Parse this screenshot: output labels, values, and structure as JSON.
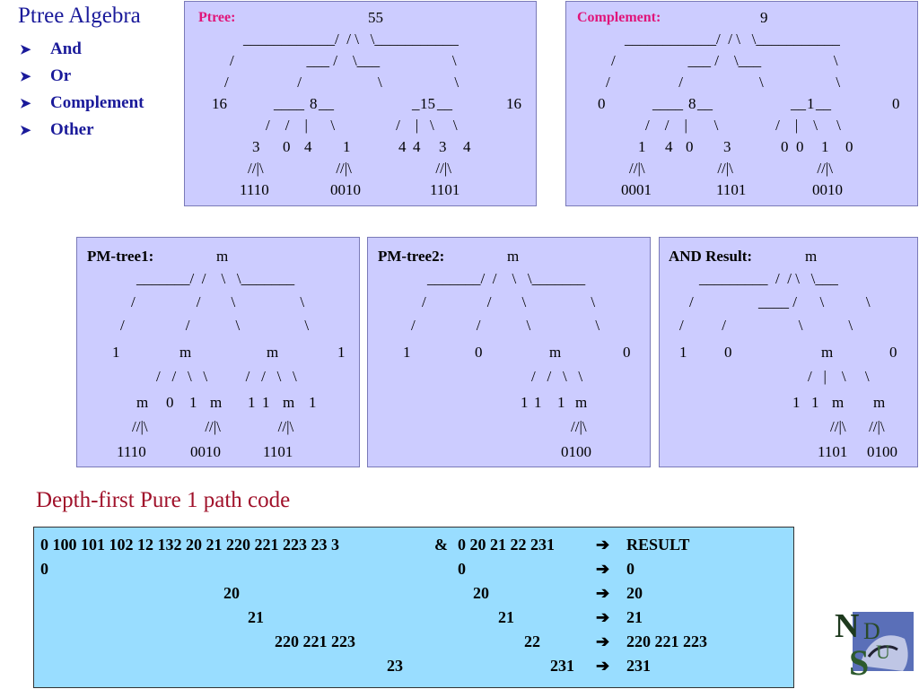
{
  "slide": {
    "title": "Ptree Algebra",
    "bullets": [
      {
        "label": "And"
      },
      {
        "label": "Or"
      },
      {
        "label": "Complement"
      },
      {
        "label": "Other"
      }
    ]
  },
  "ptree": {
    "label": "Ptree:",
    "root": "55",
    "level1": [
      "16",
      "8",
      "15",
      "16"
    ],
    "level2_left": [
      "3",
      "0",
      "4",
      "1"
    ],
    "level2_right": [
      "4",
      "4",
      "3",
      "4"
    ],
    "leaf_codes": [
      "1110",
      "0010",
      "1101"
    ]
  },
  "complement": {
    "label": "Complement:",
    "root": "9",
    "level1": [
      "0",
      "8",
      "1",
      "0"
    ],
    "level2_left": [
      "1",
      "4",
      "0",
      "3"
    ],
    "level2_right": [
      "0",
      "0",
      "1",
      "0"
    ],
    "leaf_codes": [
      "0001",
      "1101",
      "0010"
    ]
  },
  "pm_tree1": {
    "label": "PM-tree1:",
    "root": "m",
    "level1": [
      "1",
      "m",
      "m",
      "1"
    ],
    "level2_left": [
      "m",
      "0",
      "1",
      "m"
    ],
    "level2_right": [
      "1",
      "1",
      "m",
      "1"
    ],
    "leaf_codes": [
      "1110",
      "0010",
      "1101"
    ]
  },
  "pm_tree2": {
    "label": "PM-tree2:",
    "root": "m",
    "level1": [
      "1",
      "0",
      "m",
      "0"
    ],
    "level2": [
      "1",
      "1",
      "1",
      "m"
    ],
    "leaf_code": "0100"
  },
  "and_result": {
    "label": "AND Result:",
    "root": "m",
    "level1": [
      "1",
      "0",
      "m",
      "0"
    ],
    "level2": [
      "1",
      "1",
      "m",
      "m"
    ],
    "leaf_codes": [
      "1101",
      "0100"
    ]
  },
  "depth_first": {
    "heading": "Depth-first Pure 1 path code",
    "amp": "&",
    "result_header": "RESULT",
    "rows": [
      {
        "left": "0 100 101 102 12 132 20 21 220 221 223 23 3",
        "right": "0 20 21 22 231",
        "result": "RESULT"
      },
      {
        "left": "0",
        "right": "0",
        "result": "0"
      },
      {
        "left": "20",
        "right": "20",
        "result": "20"
      },
      {
        "left": "21",
        "right": "21",
        "result": "21"
      },
      {
        "left": "220 221 223",
        "right": "22",
        "result": "220 221 223"
      },
      {
        "left": "23",
        "right": "231",
        "result": "231"
      }
    ]
  },
  "colors": {
    "title": "#1a1a9a",
    "box_fill": "#ccccff",
    "label_magenta": "#e0157a",
    "code_box_fill": "#99ddff",
    "heading_red": "#a0112a"
  },
  "logo": {
    "text": "NDSU",
    "icon": "ndsu-logo"
  }
}
